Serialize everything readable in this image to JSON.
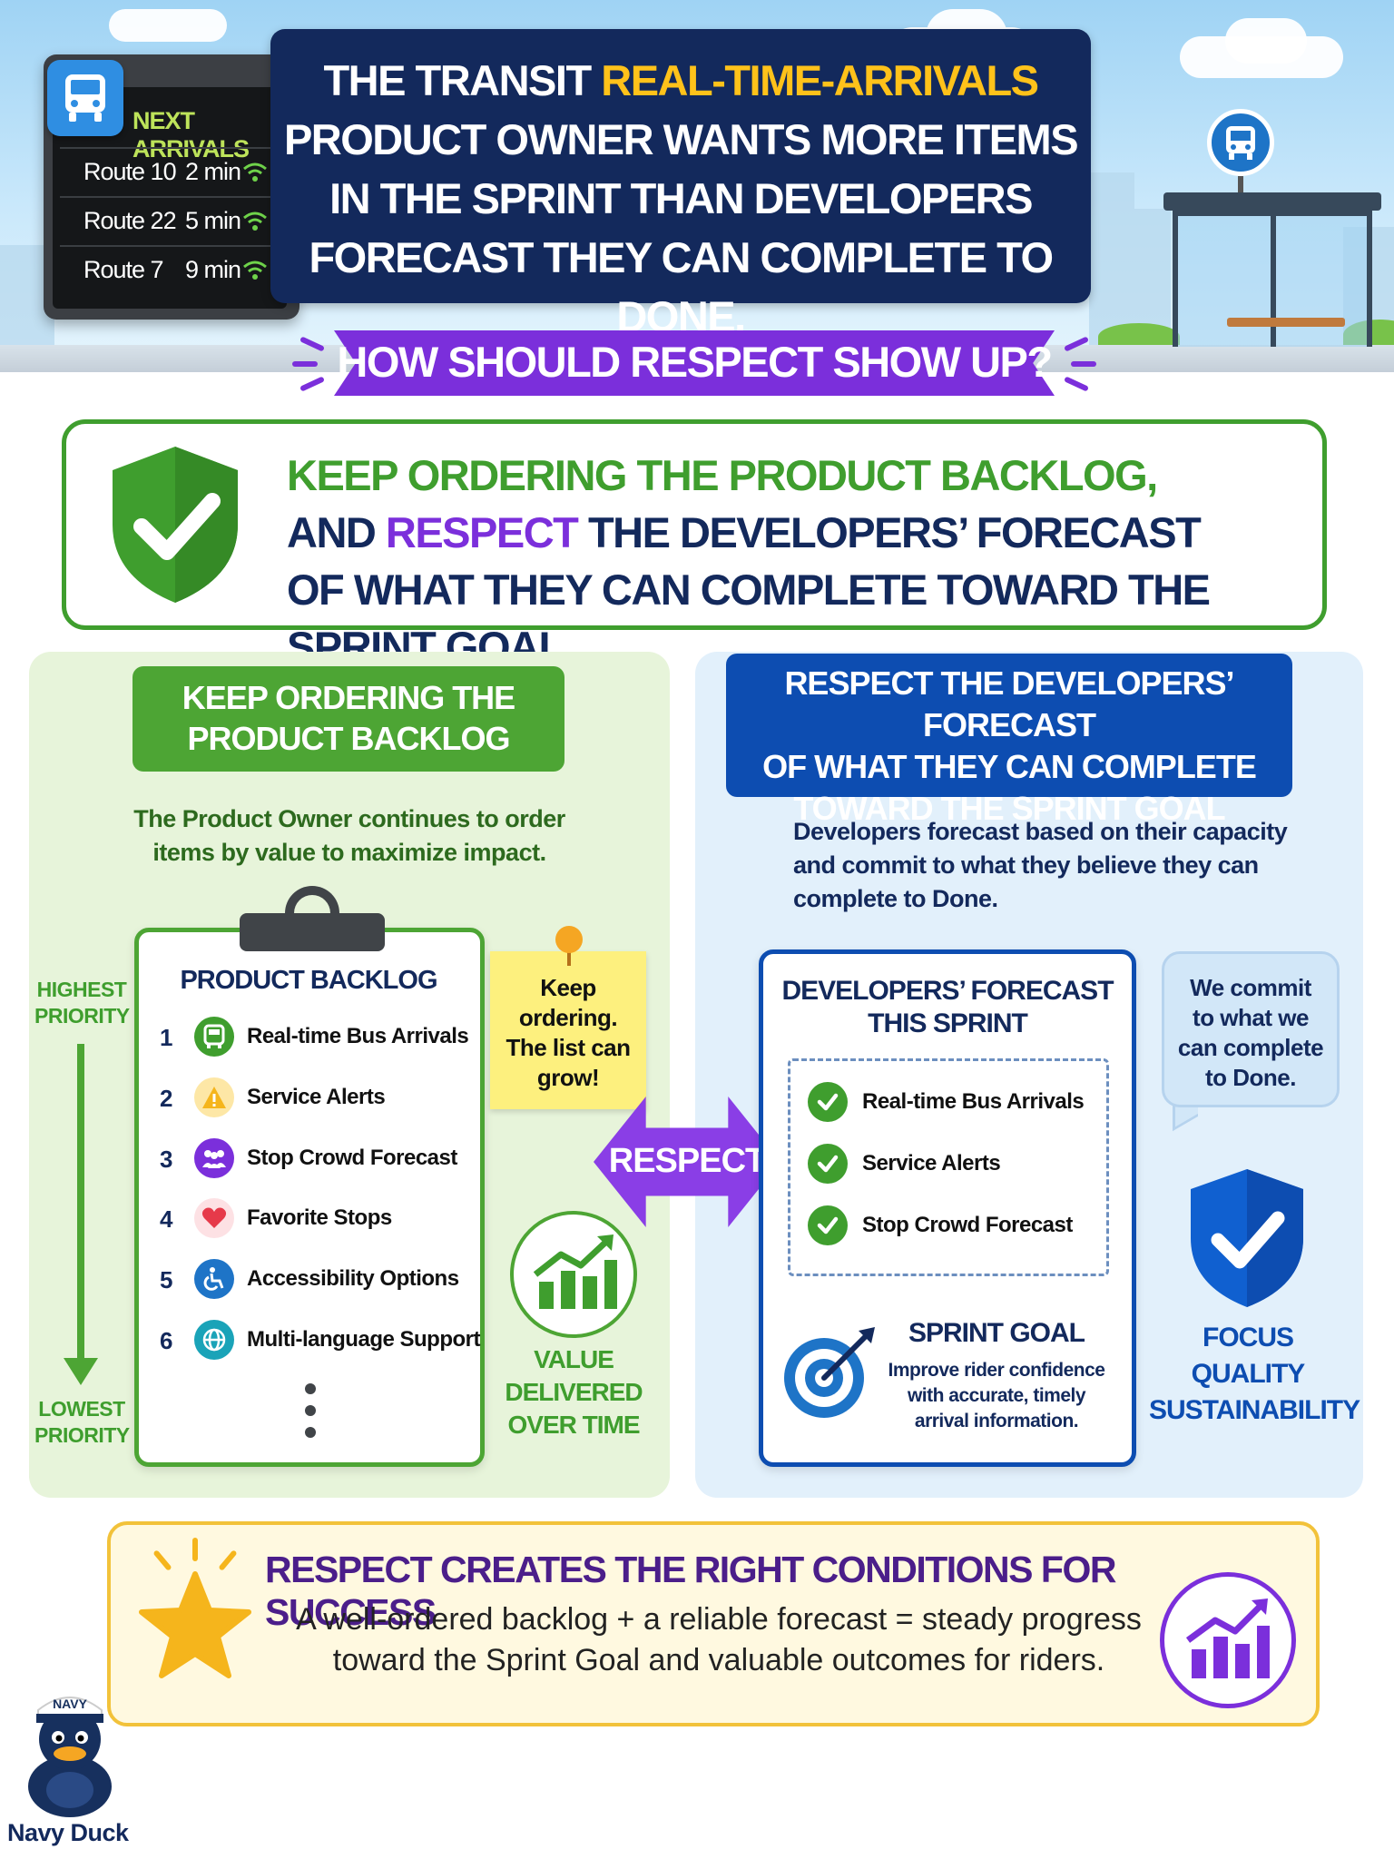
{
  "arrivals_board": {
    "title": "NEXT ARRIVALS",
    "rows": [
      {
        "route": "Route 10",
        "time": "2 min"
      },
      {
        "route": "Route 22",
        "time": "5 min"
      },
      {
        "route": "Route 7",
        "time": "9 min"
      }
    ]
  },
  "header": {
    "line1_prefix": "THE TRANSIT ",
    "line1_highlight": "REAL-TIME-ARRIVALS",
    "line2": "PRODUCT OWNER WANTS MORE ITEMS",
    "line3": "IN THE SPRINT THAN DEVELOPERS",
    "line4": "FORECAST THEY CAN COMPLETE TO DONE."
  },
  "banner": "HOW SHOULD RESPECT SHOW UP?",
  "answer": {
    "line1": "KEEP ORDERING THE PRODUCT BACKLOG,",
    "line2_prefix": "AND ",
    "line2_highlight": "RESPECT",
    "line2_suffix": " THE DEVELOPERS’ FORECAST",
    "line3": "OF WHAT THEY CAN COMPLETE TOWARD THE SPRINT GOAL."
  },
  "left": {
    "heading_line1": "KEEP ORDERING THE",
    "heading_line2": "PRODUCT BACKLOG",
    "desc_line1": "The Product Owner continues to order",
    "desc_line2": "items by value to maximize impact.",
    "highest_line1": "HIGHEST",
    "highest_line2": "PRIORITY",
    "lowest_line1": "LOWEST",
    "lowest_line2": "PRIORITY",
    "backlog_title": "PRODUCT BACKLOG",
    "backlog_items": [
      {
        "num": "1",
        "label": "Real-time Bus Arrivals",
        "icon": "bus-icon",
        "color": "#3f9e2e"
      },
      {
        "num": "2",
        "label": "Service Alerts",
        "icon": "warning-icon",
        "color": "#f5b51c"
      },
      {
        "num": "3",
        "label": "Stop Crowd Forecast",
        "icon": "people-icon",
        "color": "#7b2fdb"
      },
      {
        "num": "4",
        "label": "Favorite Stops",
        "icon": "heart-icon",
        "color": "#e63a4a"
      },
      {
        "num": "5",
        "label": "Accessibility Options",
        "icon": "wheelchair-icon",
        "color": "#1e74c7"
      },
      {
        "num": "6",
        "label": "Multi-language Support",
        "icon": "globe-icon",
        "color": "#1aa3b8"
      }
    ],
    "sticky_line1": "Keep",
    "sticky_line2": "ordering.",
    "sticky_line3": "The list can",
    "sticky_line4": "grow!",
    "value_line1": "VALUE",
    "value_line2": "DELIVERED",
    "value_line3": "OVER TIME"
  },
  "respect_arrow": "RESPECT",
  "right": {
    "heading_line1": "RESPECT THE DEVELOPERS’ FORECAST",
    "heading_line2": "OF WHAT THEY CAN COMPLETE",
    "heading_line3": "TOWARD THE SPRINT GOAL",
    "desc_line1": "Developers forecast based on their capacity",
    "desc_line2": "and commit to what they believe they can",
    "desc_line3": "complete to Done.",
    "forecast_title_line1": "DEVELOPERS’ FORECAST",
    "forecast_title_line2": "THIS SPRINT",
    "forecast_items": [
      "Real-time Bus Arrivals",
      "Service Alerts",
      "Stop Crowd Forecast"
    ],
    "sprint_goal_title": "SPRINT GOAL",
    "sprint_goal_line1": "Improve rider confidence",
    "sprint_goal_line2": "with accurate, timely",
    "sprint_goal_line3": "arrival information.",
    "bubble_line1": "We commit",
    "bubble_line2": "to what we",
    "bubble_line3": "can complete",
    "bubble_line4": "to Done.",
    "focus": "FOCUS",
    "quality": "QUALITY",
    "sustainability": "SUSTAINABILITY"
  },
  "bottom": {
    "title": "RESPECT CREATES THE RIGHT CONDITIONS FOR SUCCESS",
    "desc_line1": "A well-ordered backlog + a reliable forecast = steady progress",
    "desc_line2": "toward the Sprint Goal and valuable outcomes for riders."
  },
  "mascot": {
    "hat_text": "NAVY",
    "label": "Navy Duck"
  },
  "colors": {
    "navy": "#13295c",
    "green": "#3f9e2e",
    "purple": "#7b2fdb",
    "blue": "#0d4db1",
    "yellow": "#ffc21a"
  }
}
